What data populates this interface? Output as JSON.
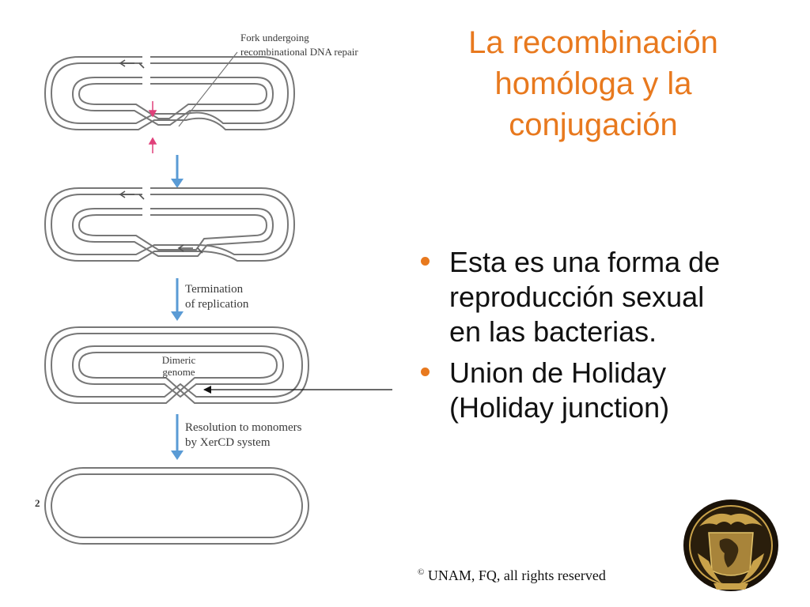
{
  "title": {
    "line1": "La recombinación",
    "line2": "homóloga y la",
    "line3": "conjugación"
  },
  "bullets": [
    {
      "line1": "Esta es una forma de",
      "line2": "reproducción sexual",
      "line3": "en las bacterias."
    },
    {
      "line1": "Union de Holiday",
      "line2": "(Holiday junction)"
    }
  ],
  "figure": {
    "label_fork_1": "Fork undergoing",
    "label_fork_2": "recombinational DNA repair",
    "label_term_1": "Termination",
    "label_term_2": "of replication",
    "label_dimer_1": "Dimeric",
    "label_dimer_2": "genome",
    "label_resol_1": "Resolution to monomers",
    "label_resol_2": "by XerCD system",
    "panel_number": "2"
  },
  "footer": {
    "copyright_symbol": "©",
    "copyright_text": "UNAM, FQ, all rights reserved"
  },
  "colors": {
    "accent": "#e8791e",
    "arrow_blue": "#5a9bd5",
    "pink_marker": "#e0407a",
    "dna_strand": "#777777"
  },
  "seal_icon": "unam-seal-icon"
}
